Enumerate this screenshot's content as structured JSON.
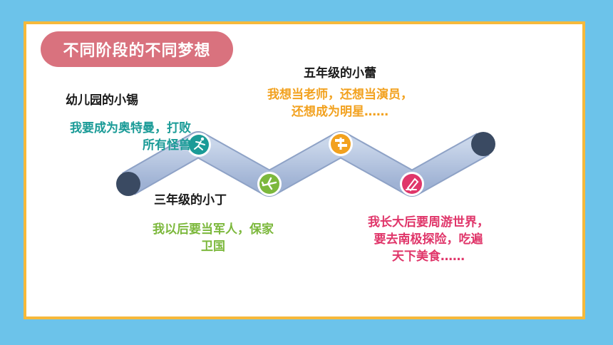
{
  "title": "不同阶段的不同梦想",
  "stages": [
    {
      "name": "幼儿园的小锡",
      "dream": [
        "我要成为奥特曼，打败",
        "所有怪兽"
      ],
      "color": "#1a9b97",
      "icon": "running-person-icon"
    },
    {
      "name": "三年级的小丁",
      "dream": [
        "我以后要当军人，保家",
        "卫国"
      ],
      "color": "#7cb83c",
      "icon": "airplane-icon"
    },
    {
      "name": "五年级的小蕾",
      "dream": [
        "我想当老师，还想当演员，",
        "还想成为明星……"
      ],
      "color": "#f2a11e",
      "icon": "signpost-icon"
    },
    {
      "name": "",
      "dream": [
        "我长大后要周游世界，",
        "要去南极探险，吃遍",
        "天下美食……"
      ],
      "color": "#e0366a",
      "icon": "pen-icon"
    }
  ]
}
